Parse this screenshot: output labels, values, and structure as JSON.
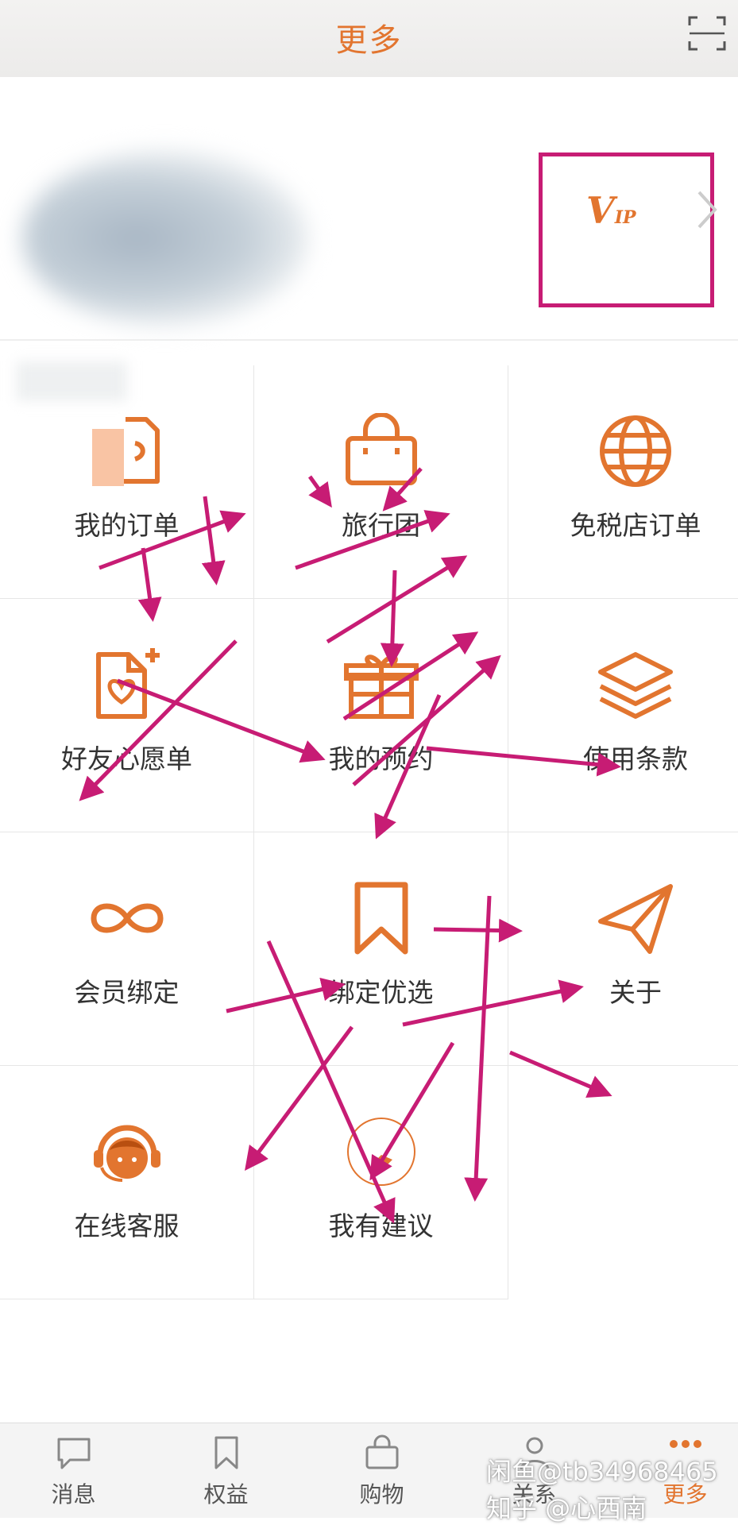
{
  "header": {
    "title": "更多"
  },
  "profile": {
    "vip_badge": "V",
    "vip_badge_small": "IP"
  },
  "grid": {
    "items": [
      {
        "label": "我的订单",
        "icon": "order-doc-icon"
      },
      {
        "label": "旅行团",
        "icon": "shopping-bag-icon"
      },
      {
        "label": "免税店订单",
        "icon": "globe-icon"
      },
      {
        "label": "好友心愿单",
        "icon": "wishlist-heart-doc-icon"
      },
      {
        "label": "我的预约",
        "icon": "gift-box-icon"
      },
      {
        "label": "使用条款",
        "icon": "layers-icon"
      },
      {
        "label": "会员绑定",
        "icon": "infinity-icon"
      },
      {
        "label": "绑定优选",
        "icon": "bookmark-icon"
      },
      {
        "label": "关于",
        "icon": "paper-plane-icon"
      },
      {
        "label": "在线客服",
        "icon": "headset-agent-icon"
      },
      {
        "label": "我有建议",
        "icon": "suggestion-icon"
      }
    ]
  },
  "bottom_nav": {
    "items": [
      {
        "label": "消息",
        "icon": "chat-bubble-icon"
      },
      {
        "label": "权益",
        "icon": "bookmark-icon"
      },
      {
        "label": "购物",
        "icon": "shopping-bag-icon"
      },
      {
        "label": "关系",
        "icon": "person-icon"
      },
      {
        "label": "更多",
        "icon": "more-dots-icon"
      }
    ],
    "active_index": 4
  },
  "watermark": "闲鱼@tb34968465 知乎 @心西南",
  "colors": {
    "accent": "#e2752f",
    "annotation": "#c71c74"
  }
}
